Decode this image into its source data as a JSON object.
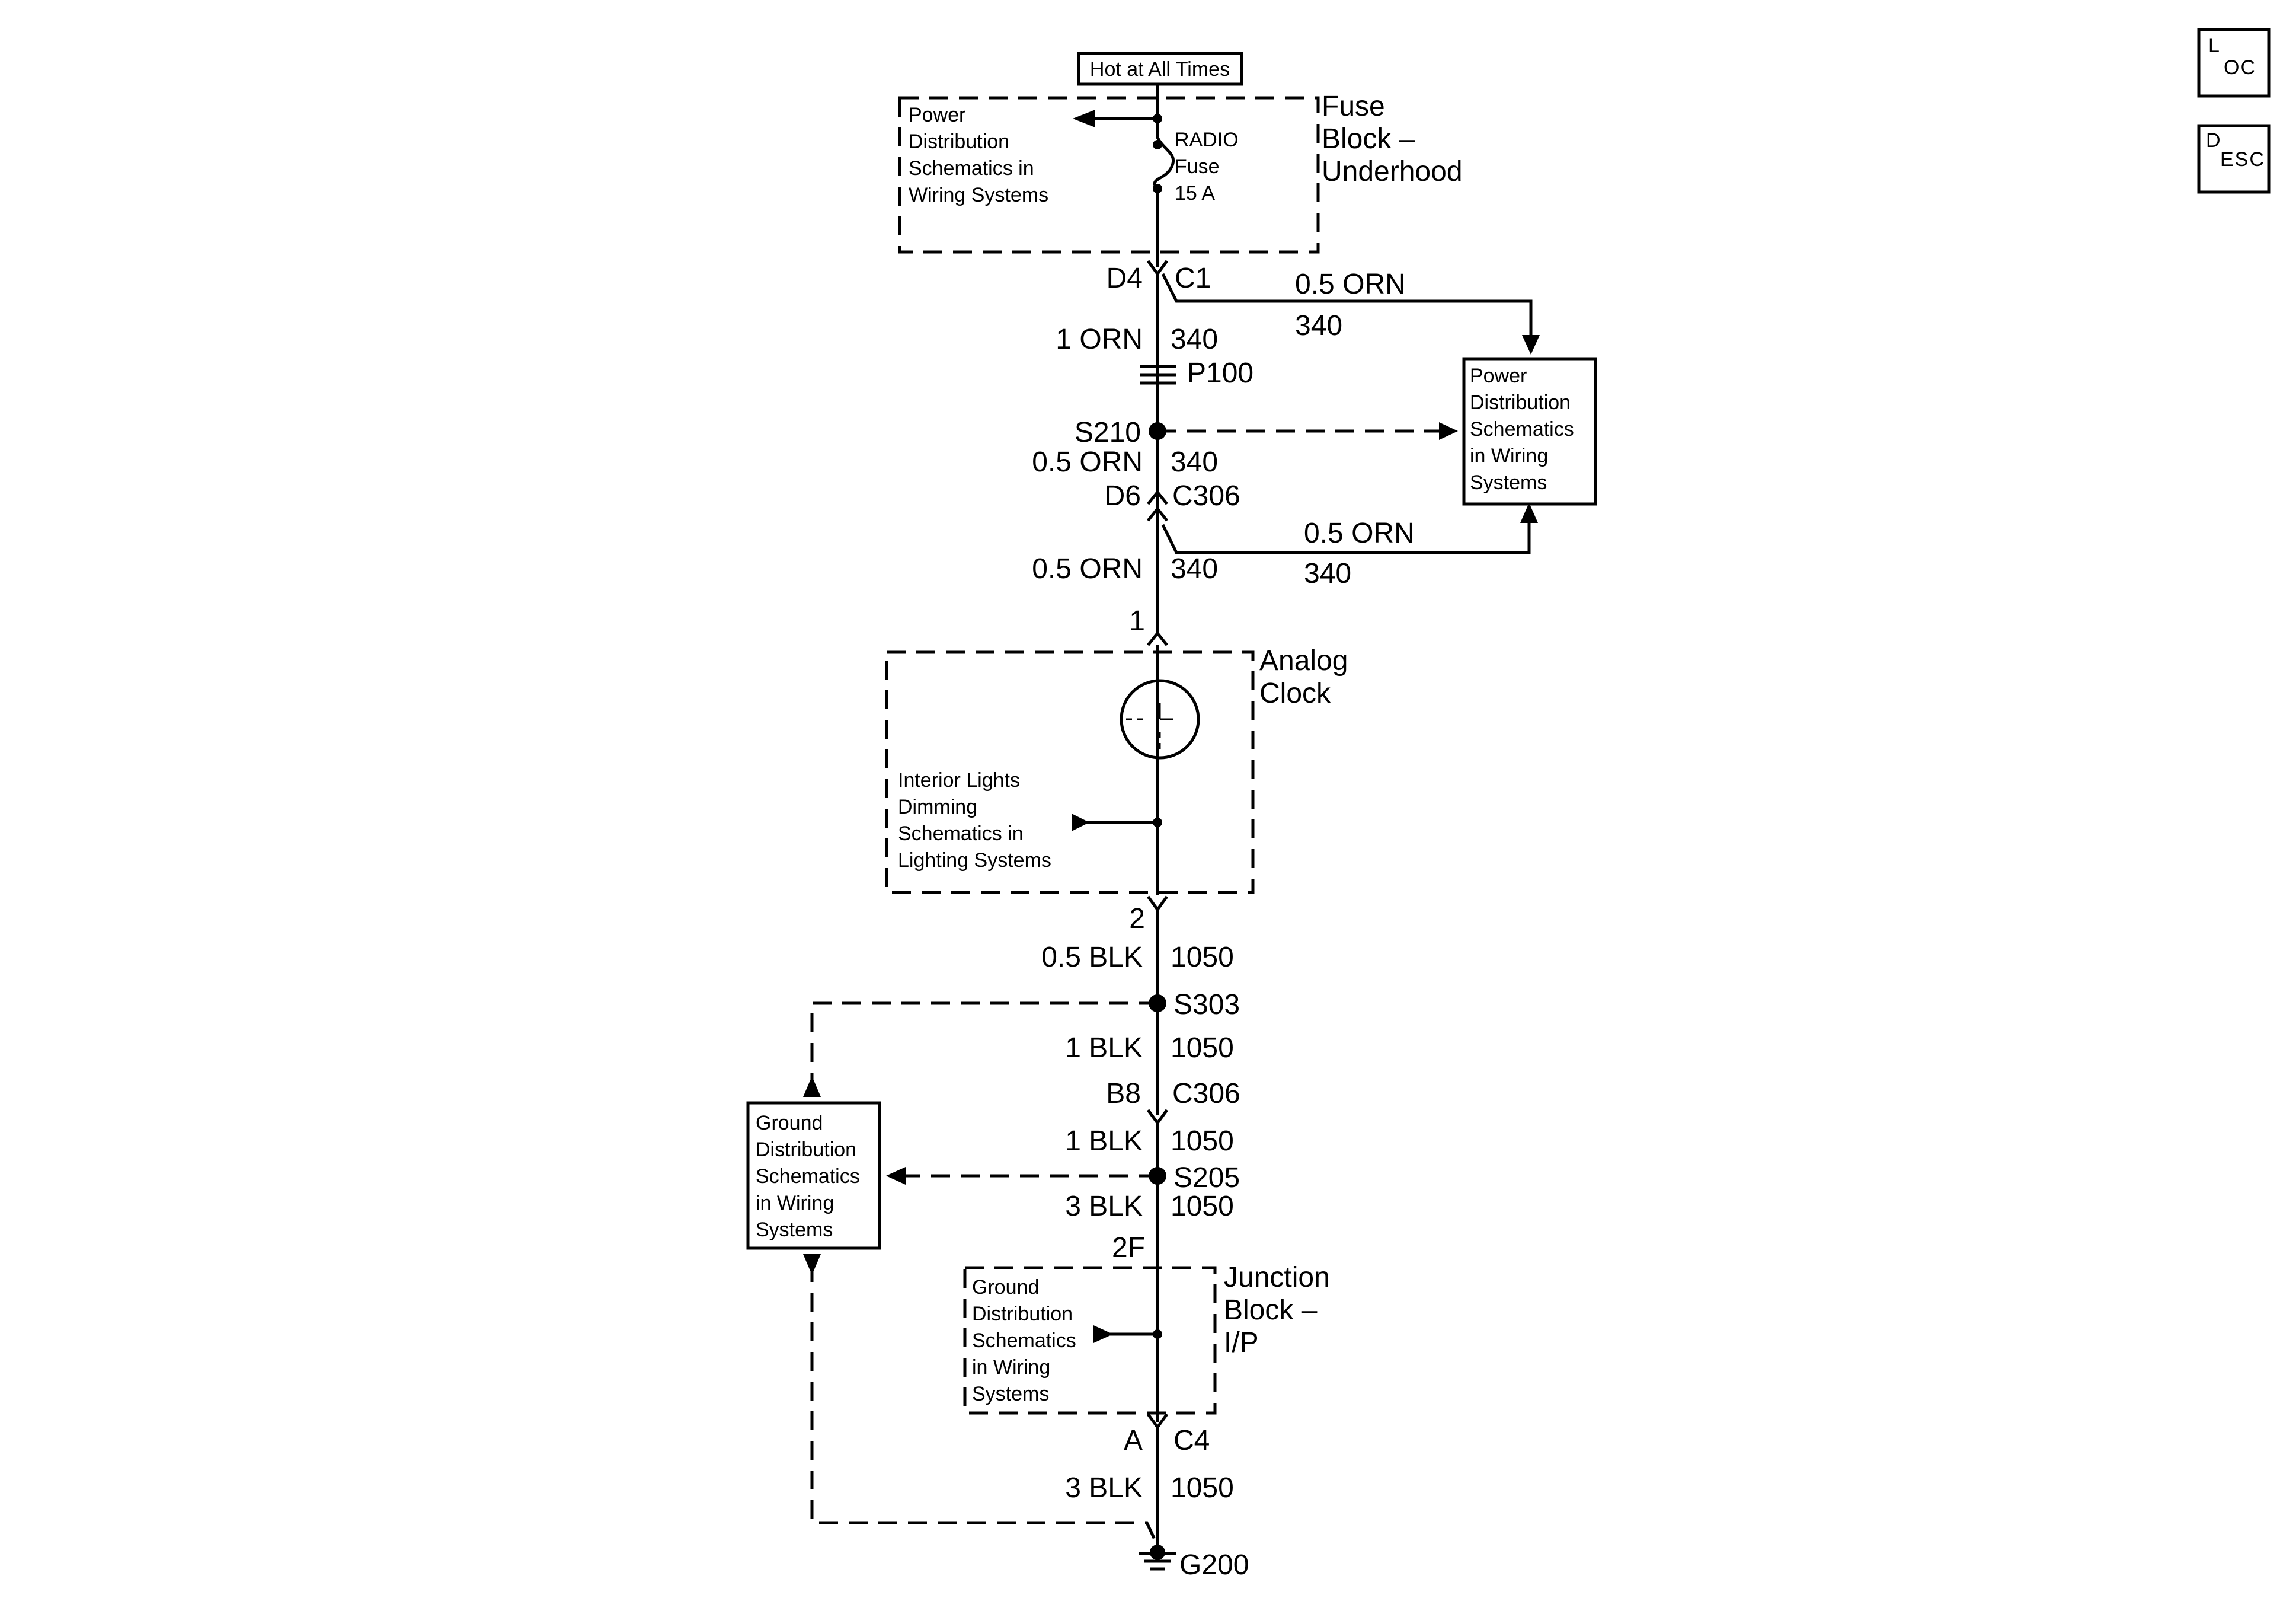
{
  "hot_label": "Hot at All Times",
  "fuse_block": {
    "name": [
      "Fuse",
      "Block –",
      "Underhood"
    ],
    "ref_text": [
      "Power",
      "Distribution",
      "Schematics in",
      "Wiring Systems"
    ],
    "fuse_text": [
      "RADIO",
      "Fuse",
      "15 A"
    ]
  },
  "conn_top": {
    "left": "D4",
    "right": "C1"
  },
  "wire_main_1": {
    "gauge": "1 ORN",
    "circuit": "340"
  },
  "branch_top": {
    "gauge": "0.5 ORN",
    "circuit": "340"
  },
  "pass_through": "P100",
  "splice_s210": "S210",
  "power_ref_box": [
    "Power",
    "Distribution",
    "Schematics",
    "in Wiring",
    "Systems"
  ],
  "wire_main_2": {
    "gauge": "0.5 ORN",
    "circuit": "340"
  },
  "conn_c306_top": {
    "left": "D6",
    "right": "C306"
  },
  "branch_c306": {
    "gauge": "0.5 ORN",
    "circuit": "340"
  },
  "wire_main_3": {
    "gauge": "0.5 ORN",
    "circuit": "340"
  },
  "clock_pin_1": "1",
  "clock": {
    "name": [
      "Analog",
      "Clock"
    ],
    "ref_text": [
      "Interior Lights",
      "Dimming",
      "Schematics in",
      "Lighting Systems"
    ]
  },
  "clock_pin_2": "2",
  "wire_ground_1": {
    "gauge": "0.5 BLK",
    "circuit": "1050"
  },
  "splice_s303": "S303",
  "wire_ground_2": {
    "gauge": "1 BLK",
    "circuit": "1050"
  },
  "conn_c306_bottom": {
    "left": "B8",
    "right": "C306"
  },
  "wire_ground_3": {
    "gauge": "1 BLK",
    "circuit": "1050"
  },
  "splice_s205": "S205",
  "wire_ground_4": {
    "gauge": "3 BLK",
    "circuit": "1050"
  },
  "ground_ref_box": [
    "Ground",
    "Distribution",
    "Schematics",
    "in Wiring",
    "Systems"
  ],
  "junction_pin": "2F",
  "junction_block": {
    "name": [
      "Junction",
      "Block –",
      "I/P"
    ],
    "ref_text": [
      "Ground",
      "Distribution",
      "Schematics",
      "in Wiring",
      "Systems"
    ]
  },
  "conn_c4": {
    "left": "A",
    "right": "C4"
  },
  "wire_ground_5": {
    "gauge": "3 BLK",
    "circuit": "1050"
  },
  "ground_point": "G200",
  "loc_icon": {
    "big": "L",
    "small": "OC"
  },
  "desc_icon": {
    "big": "D",
    "small": "ESC"
  }
}
